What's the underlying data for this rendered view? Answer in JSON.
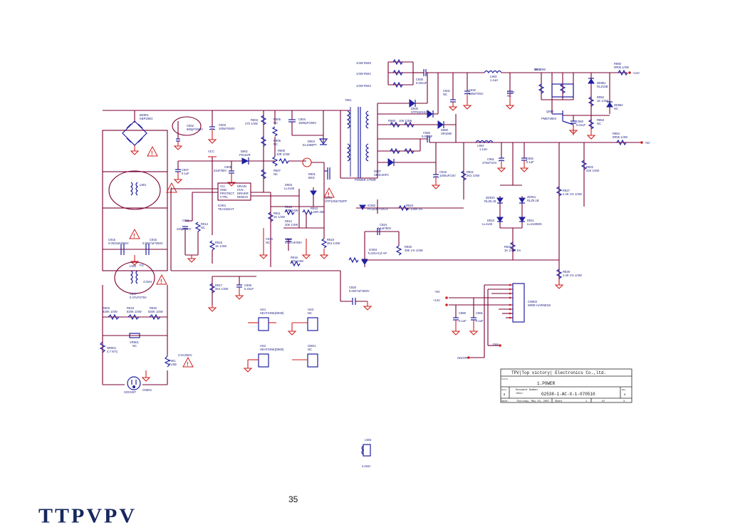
{
  "page_number": "35",
  "logo_text": "TTPVPV",
  "title_block": {
    "company": "TPV|Top victory| Electronics Co.,ltd.",
    "title_label": "Title",
    "title": "1.POWER",
    "size_label": "Size",
    "size": "B",
    "doc_label": "Document Number",
    "doc_sub": "<Doc>",
    "doc_number": "G2538-1-AC-X-1-070510",
    "rev_label": "Rev",
    "rev": "0",
    "date_label": "Date:",
    "date": "Thursday, May 10, 2007",
    "sheet_label": "Sheet",
    "sheet": "1",
    "of_label": "of",
    "of": "3"
  },
  "labels": {
    "bd901": "BD901",
    "bd901_val": "KBP205G",
    "c902": "C902",
    "c902_val": "680pF/250V",
    "c903": "C903",
    "c903_val": "100uF/450V",
    "r904": "R904",
    "r904_val": "470 1/4W",
    "r905": "R905",
    "r905_val": "NC",
    "c904": "C904",
    "c904_val": "1500pF/250V",
    "d904": "D904",
    "d904_val": "EL1060PT",
    "t901": "T901",
    "t901_type": "POWER X'FMR",
    "vcc": "VCC",
    "d901": "D901",
    "d901_val": "PS102R",
    "c905": "C905",
    "c905_val": "22uF/50V",
    "r906": "R906",
    "r906_val": "NC",
    "r909": "R909",
    "r909_val": "10R 1/4W",
    "c907": "C907",
    "c907_val": "0.1uF",
    "r907": "R907",
    "r907_val": "NC",
    "q901": "Q901",
    "q901_val": "STP10NK70ZFP",
    "r901": "R901",
    "r901_val": "BKD",
    "ic901": "IC901",
    "ic901_val": "TEA1532AT",
    "ic901_pins": [
      "Vcc",
      "GND",
      "PROTECT",
      "CTRL",
      "DRAIN",
      "HVS",
      "DRIVER",
      "DEMAG"
    ],
    "c908": "C908",
    "c908_val": "NC",
    "d903": "D903",
    "d903_val": "LL4148",
    "r910": "R910",
    "r910_val": "10R 1/4W",
    "r911": "R911",
    "r911_val": "1K 1/4W",
    "r912": "R912",
    "r912_val": "20K 1/4W",
    "r913": "R913",
    "r913_val": "0.22R 2W",
    "c911": "C911",
    "c911_val": "220pF/50V",
    "r914": "R914",
    "r914_val": "NC",
    "c909": "C909",
    "c909_val": "0.047uF/50V",
    "r915": "R915",
    "r915_val": "1K 1/4W",
    "c910": "C910",
    "c910_val": "NC",
    "r916": "R916",
    "r916_val": "470 1/4W",
    "r917": "R917",
    "r917_val": "2K2 1/4W",
    "c906": "C906",
    "c906_val": "0.22uF",
    "r918": "R918",
    "r918_val": "3K3 1/4W",
    "c920": "C920",
    "c920_val": "0.0047uF/400V",
    "c915": "C915",
    "c915_val": "0.0033uF/250V",
    "c916": "C916",
    "c916_val": "0.0047uF/250V",
    "l901": "L901",
    "l902": "L902",
    "fg": "FG",
    "l902_val": "4.0mH",
    "c917": "C917",
    "c917_val": "0.47uF/275V",
    "r903": "R903",
    "r903_val": "820K 1/4W",
    "r919": "R919",
    "r919_val": "820K 1/4W",
    "r920": "R920",
    "r920_val": "820K 1/4W",
    "nr901": "NR901",
    "nr901_val": "4.7 NTC",
    "vr901": "VR901",
    "vr901_val": "NC",
    "f901": "F901",
    "f901_val": "4.0A/250V",
    "f901_sub": "FUSE",
    "cn901": "CN901",
    "cn901_val": "SOCKET",
    "r940a": "1/4W R940",
    "r941a": "1/4W R941",
    "r942a": "1/4W R942",
    "c930": "C930",
    "c930_val": "0.001uF",
    "d930": "D930",
    "d930_val": "STPS20H100",
    "l903": "L903",
    "l903_val": "1.1uH",
    "c931": "C931",
    "c931_val": "NC",
    "c932": "C932",
    "c932_val": "680uF/25V",
    "c933": "C933",
    "c933_val": "NC",
    "r950": "R950",
    "r950_val": "0R05 1/4W",
    "v14": "+14V",
    "r951": "R951",
    "r951_val": "1K 1/4W",
    "zd951": "ZD951",
    "zd951_val": "RLZ15B",
    "r952": "R952",
    "r952_val": "1K 1/4W",
    "zd952": "ZD952",
    "zd952_val": "NC",
    "q950": "Q950",
    "q950_val": "PMBT3904",
    "c950": "C950",
    "c950_val": "0.01uF",
    "r953": "R953",
    "r953_val": "NC",
    "r954": "R954",
    "r954_val": "0R05 1/4W",
    "v5": "+5V",
    "r960": "R960",
    "r960_val": "10K 1/4W",
    "d960": "D960",
    "d960_val": "SR1060",
    "c960": "C960",
    "c960_val": "0.001uF",
    "l904": "L904",
    "l904_val": "1.1uH",
    "c961": "C961",
    "c961_val": "470uF/10V",
    "c962": "C962",
    "c962_val": "0.1uF",
    "d907": "D907",
    "d907_val": "SB0C20FC",
    "c918": "C918",
    "c918_val": "1000uF/10V",
    "r921": "R921",
    "r921_val": "2K2 1/4W",
    "r922": "R922",
    "r922_val": "22K 1/4W",
    "ic902": "IC902",
    "ic902_val": "PC123CY1KCF",
    "r923": "R923",
    "r923_val": "1K 1/4W 1%",
    "c924": "C924",
    "c924_val": "0.1uF/50V",
    "ic904": "IC904",
    "ic904_val": "TL431ACZ-AP",
    "r925": "R925",
    "r925_val": "39K 1% 1/4W",
    "zd910": "ZD910",
    "zd910_val": "RLZ5.1B",
    "zd911": "ZD911",
    "zd911_val": "RLZ5.1B",
    "d910": "D910",
    "d910_val": "LL4148",
    "d911": "D911",
    "d911_val": "LL4148WS",
    "r927": "R927",
    "r927_val": "2.4K 1% 1/4W",
    "r928": "R928",
    "r928_val": "1K 1/4W 1%",
    "r929": "R929",
    "r929_val": "2.4K 1% 1/4W",
    "cn902": "CN902",
    "cn902_val": "WIRE HARNESS",
    "v5b": "+5V",
    "v14b": "+14V",
    "c980": "C980",
    "c980_val": "0.1uF",
    "c981": "C981",
    "c981_val": "0.1uF",
    "dim": "DIM",
    "onoff": "ON/OFF",
    "hs1": "HS1",
    "hs1_val": "HEATSINK(D930)",
    "hs2": "HS2",
    "hs2_val": "HEATSINK(D960)",
    "hs3": "HS3",
    "hs3_val": "NC",
    "gnd1": "GND1",
    "gnd1_val": "NC",
    "l903b": "L903",
    "l903b_val": "4.0mH"
  }
}
